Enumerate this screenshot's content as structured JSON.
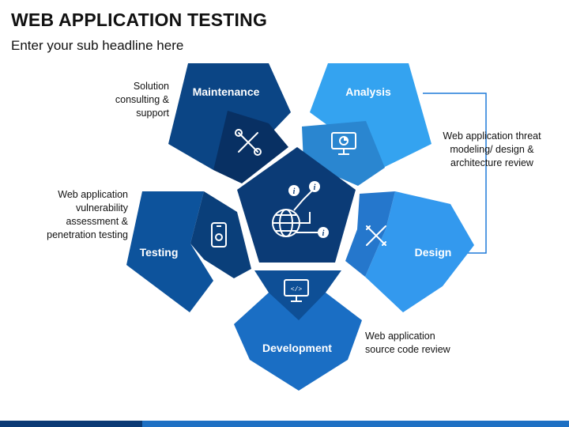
{
  "title": "WEB APPLICATION TESTING",
  "subtitle": "Enter your sub headline here",
  "segments": {
    "maintenance": {
      "label": "Maintenance",
      "description": "Solution\nconsulting &\nsupport",
      "icon": "tools-icon",
      "color": "#0b3f7e"
    },
    "analysis": {
      "label": "Analysis",
      "description": "Web application threat\nmodeling/ design &\narchitecture review",
      "icon": "monitor-chart-icon",
      "color": "#2f9be8"
    },
    "design": {
      "label": "Design",
      "description": "",
      "icon": "pencil-ruler-icon",
      "color": "#2f8fe8"
    },
    "development": {
      "label": "Development",
      "description": "Web application\nsource code review",
      "icon": "code-monitor-icon",
      "color": "#1565c0"
    },
    "testing": {
      "label": "Testing",
      "description": "Web application\nvulnerability\nassessment &\npenetration testing",
      "icon": "mobile-device-icon",
      "color": "#0b4f94"
    }
  },
  "center_icon": "globe-info-icon",
  "colors": {
    "maintenance_outer": "#0b4585",
    "maintenance_inner": "#083063",
    "analysis_outer": "#34a3f0",
    "analysis_inner": "#2a86d0",
    "design_outer": "#3399ee",
    "design_inner": "#2577cc",
    "development_outer": "#1a6ec4",
    "development_inner": "#0e4f96",
    "testing_outer": "#0d539c",
    "testing_inner": "#0a3f7a",
    "center": "#0b3b76",
    "connector": "#1f7ad8"
  }
}
